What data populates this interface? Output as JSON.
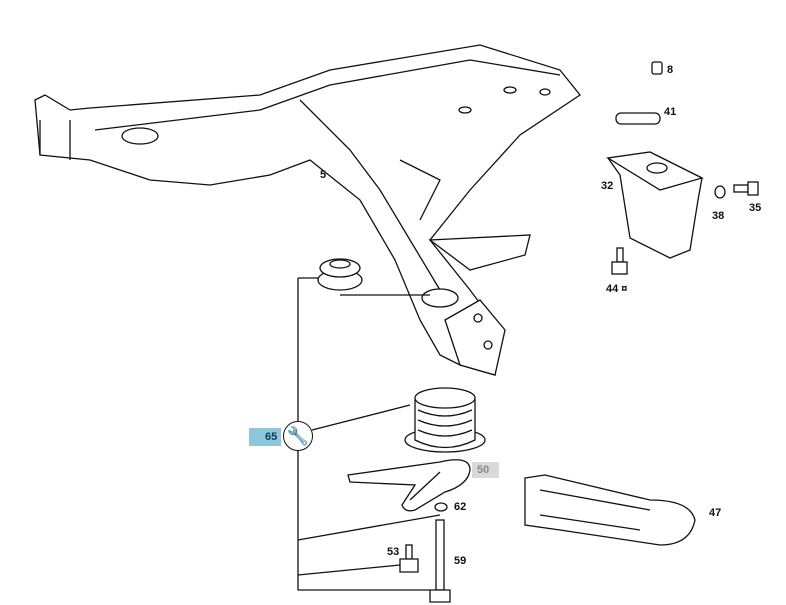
{
  "diagram": {
    "callouts": [
      {
        "id": "5",
        "label": "5"
      },
      {
        "id": "8",
        "label": "8"
      },
      {
        "id": "41",
        "label": "41"
      },
      {
        "id": "32",
        "label": "32"
      },
      {
        "id": "38",
        "label": "38"
      },
      {
        "id": "35",
        "label": "35"
      },
      {
        "id": "44",
        "label": "44 ¤"
      },
      {
        "id": "65",
        "label": "65",
        "highlight": "#8ec7dc"
      },
      {
        "id": "50",
        "label": "50",
        "highlight": "#d9d9d9"
      },
      {
        "id": "62",
        "label": "62"
      },
      {
        "id": "47",
        "label": "47"
      },
      {
        "id": "53",
        "label": "53"
      },
      {
        "id": "59",
        "label": "59"
      }
    ],
    "tool_icon": "wrench-icon"
  }
}
